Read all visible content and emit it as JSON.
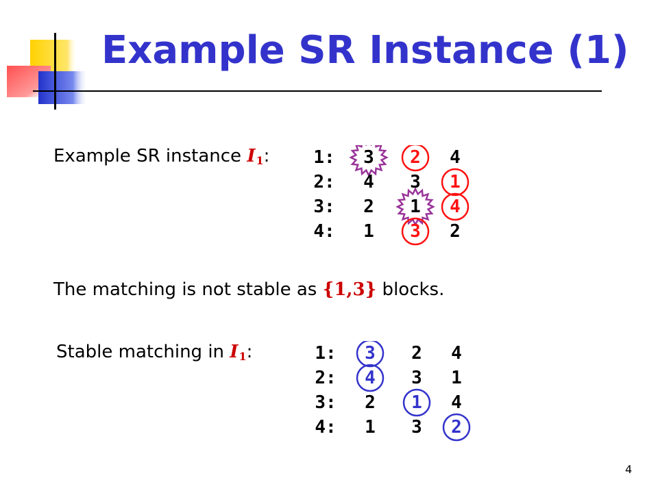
{
  "slide": {
    "title": "Example SR Instance (1)",
    "page_number": "4",
    "colors": {
      "title": "#3333cc",
      "unstable": "#ff1111",
      "stable": "#3333cc",
      "star": "#993399",
      "blocking": "#cc0000"
    }
  },
  "instance": {
    "label_prefix": "Example SR instance ",
    "var": "I",
    "sub": "1",
    "colon": ":",
    "rows": [
      {
        "id": "1:",
        "prefs": [
          "3",
          "2",
          "4"
        ]
      },
      {
        "id": "2:",
        "prefs": [
          "4",
          "3",
          "1"
        ]
      },
      {
        "id": "3:",
        "prefs": [
          "2",
          "1",
          "4"
        ]
      },
      {
        "id": "4:",
        "prefs": [
          "1",
          "3",
          "2"
        ]
      }
    ],
    "matched": [
      [
        0,
        1
      ],
      [
        1,
        2
      ],
      [
        2,
        2
      ],
      [
        3,
        1
      ]
    ],
    "starred": [
      [
        0,
        0
      ],
      [
        2,
        1
      ]
    ]
  },
  "blocking": {
    "prefix": "The matching is not stable as ",
    "pair": "{1,3}",
    "suffix": " blocks."
  },
  "stable": {
    "label_prefix": "Stable matching in ",
    "var": "I",
    "sub": "1",
    "colon": ":",
    "rows": [
      {
        "id": "1:",
        "prefs": [
          "3",
          "2",
          "4"
        ]
      },
      {
        "id": "2:",
        "prefs": [
          "4",
          "3",
          "1"
        ]
      },
      {
        "id": "3:",
        "prefs": [
          "2",
          "1",
          "4"
        ]
      },
      {
        "id": "4:",
        "prefs": [
          "1",
          "3",
          "2"
        ]
      }
    ],
    "matched": [
      [
        0,
        0
      ],
      [
        1,
        0
      ],
      [
        2,
        1
      ],
      [
        3,
        2
      ]
    ]
  }
}
